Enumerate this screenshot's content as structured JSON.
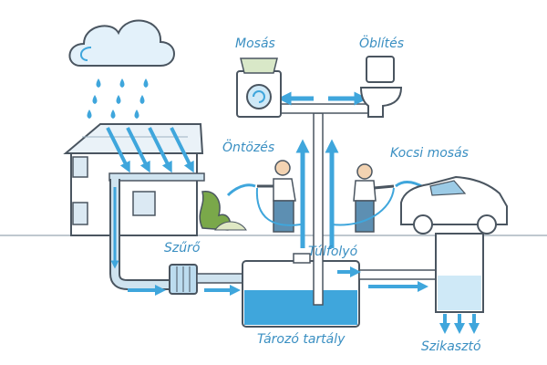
{
  "labels": {
    "washing": "Mosás",
    "flushing": "Öblítés",
    "watering": "Öntözés",
    "car_wash": "Kocsi mosás",
    "filter": "Szűrő",
    "overflow": "Túlfolyó",
    "storage_tank": "Tározó tartály",
    "soakaway": "Szikasztó"
  },
  "colors": {
    "water": "#3fa6dc",
    "pipe": "#cfe3ef",
    "label": "#3a8fc2",
    "outline": "#4a5560"
  }
}
